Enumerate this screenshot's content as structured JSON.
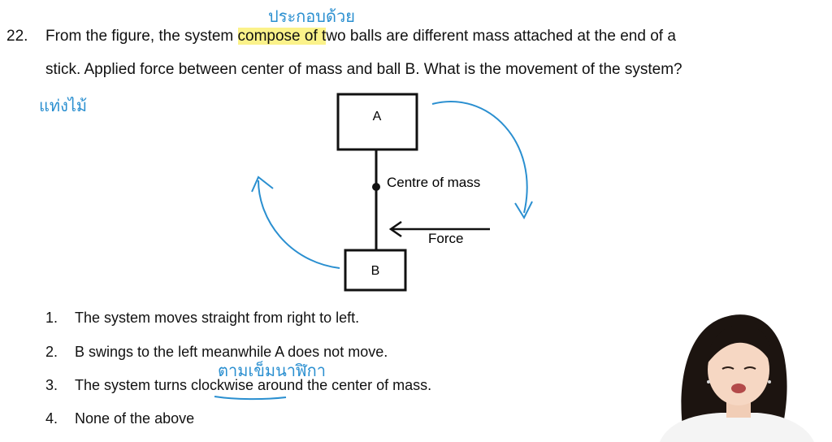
{
  "question": {
    "number": "22.",
    "line1_before": "From the figure, the system ",
    "line1_highlight": "compose of t",
    "line1_after": "wo balls are different mass attached at the end of a",
    "line2": "stick. Applied force between center of mass and ball B. What is the movement of the system?"
  },
  "annotations": {
    "note_top": "ประกอบด้วย",
    "note_left": "แท่งไม้",
    "note_option3": "ตามเข็มนาฬิกา"
  },
  "figure": {
    "box_a_label": "A",
    "box_b_label": "B",
    "center_label": "Centre of mass",
    "force_label": "Force"
  },
  "options": [
    {
      "num": "1.",
      "text": "The system moves straight from right to left."
    },
    {
      "num": "2.",
      "text": "B swings to the left meanwhile A does not move."
    },
    {
      "num": "3.",
      "text": "The system turns clockwise around the center of mass."
    },
    {
      "num": "4.",
      "text": "None of the above"
    }
  ],
  "colors": {
    "highlight": "#fbf28a",
    "annotation_ink": "#2a8fd0"
  }
}
